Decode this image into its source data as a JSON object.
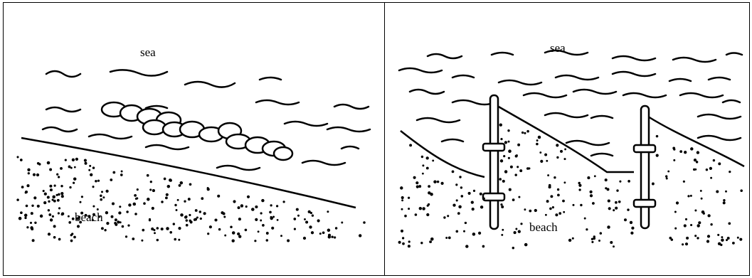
{
  "panels": [
    {
      "sea_label": "sea",
      "beach_label": "beach"
    },
    {
      "sea_label": "sea",
      "beach_label": "beach"
    }
  ],
  "colors": {
    "ink": "#000000",
    "paper": "#ffffff"
  }
}
